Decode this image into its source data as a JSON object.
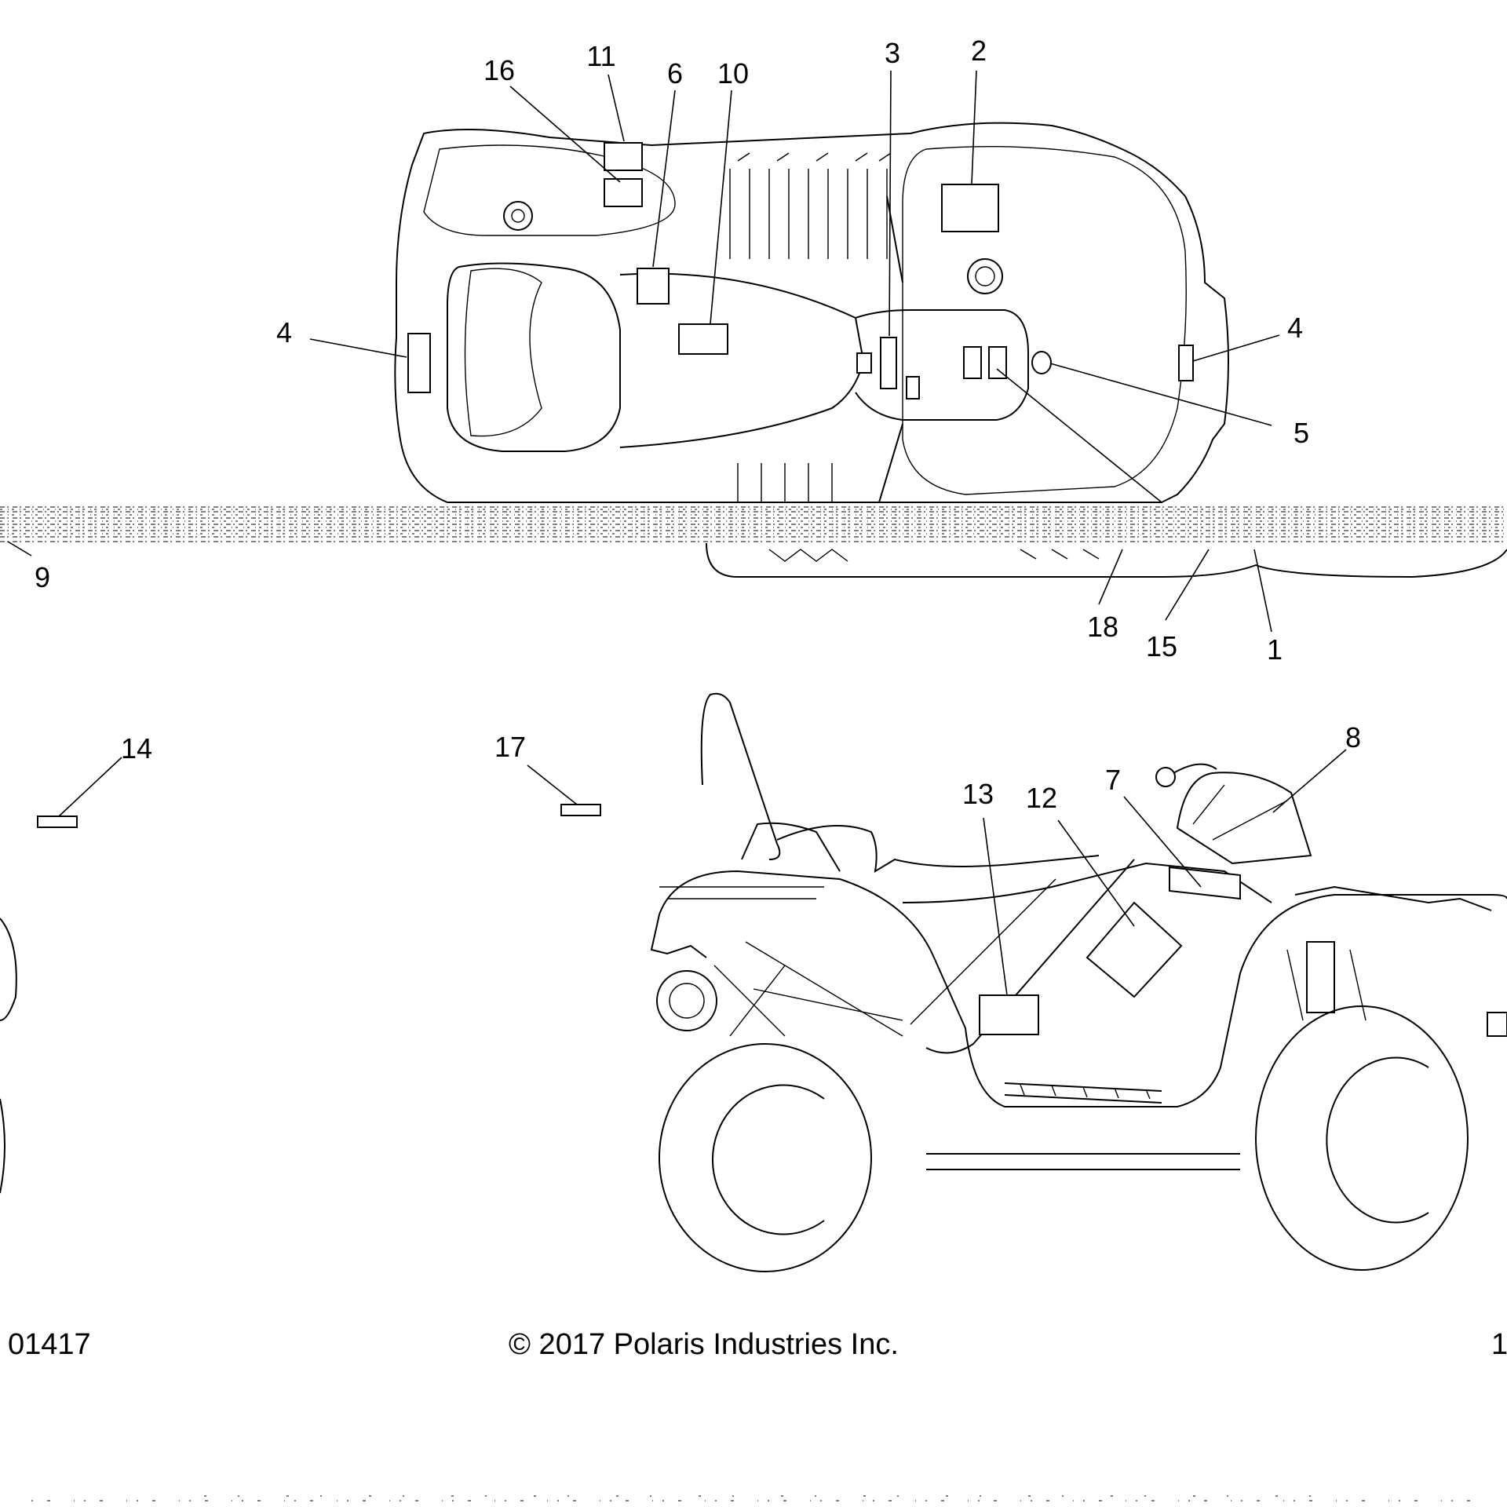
{
  "diagram": {
    "callouts": [
      "16",
      "11",
      "6",
      "10",
      "3",
      "2",
      "4",
      "4",
      "5",
      "9",
      "18",
      "15",
      "1",
      "14",
      "17",
      "13",
      "12",
      "7",
      "8"
    ],
    "footer": {
      "left_code": "01417",
      "copyright": "© 2017  Polaris Industries Inc.",
      "right_fragment": "1"
    }
  }
}
